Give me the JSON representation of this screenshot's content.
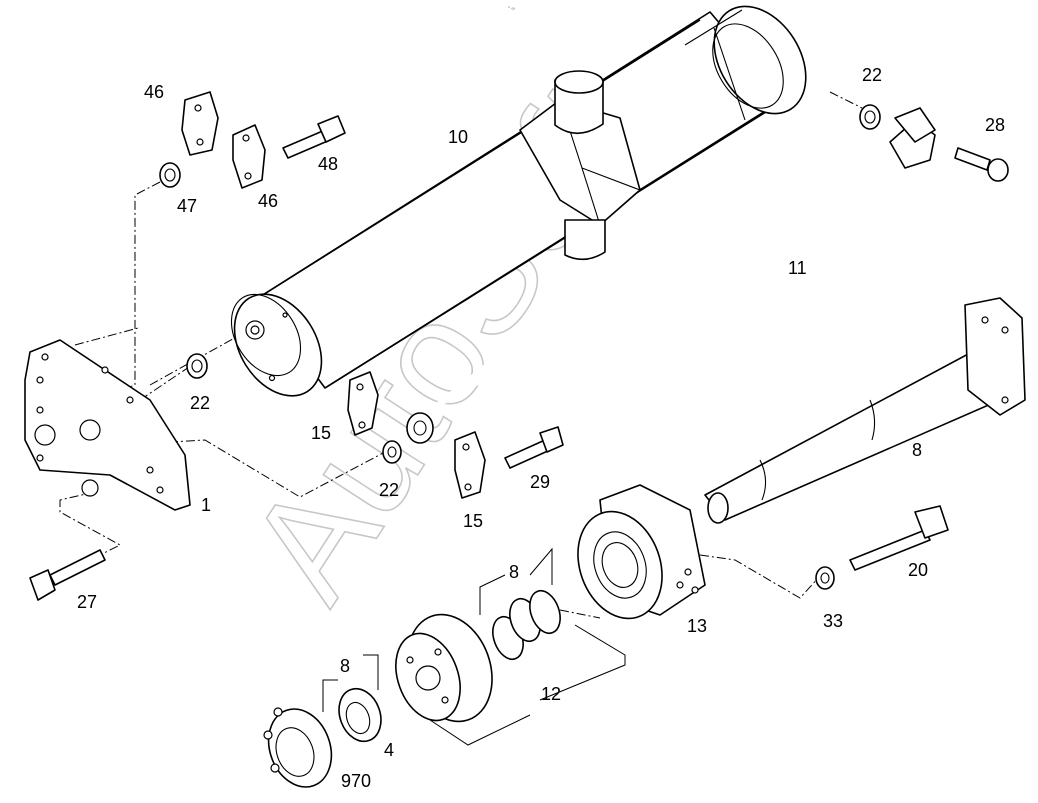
{
  "watermark": "AutoSoft",
  "top_mark": "° ∞",
  "callouts": [
    {
      "id": "46a",
      "text": "46"
    },
    {
      "id": "47",
      "text": "47"
    },
    {
      "id": "46b",
      "text": "46"
    },
    {
      "id": "48",
      "text": "48"
    },
    {
      "id": "10",
      "text": "10"
    },
    {
      "id": "22a",
      "text": "22"
    },
    {
      "id": "28",
      "text": "28"
    },
    {
      "id": "11",
      "text": "11"
    },
    {
      "id": "22b",
      "text": "22"
    },
    {
      "id": "15a",
      "text": "15"
    },
    {
      "id": "22c",
      "text": "22"
    },
    {
      "id": "29",
      "text": "29"
    },
    {
      "id": "15b",
      "text": "15"
    },
    {
      "id": "1",
      "text": "1"
    },
    {
      "id": "8a",
      "text": "8"
    },
    {
      "id": "27",
      "text": "27"
    },
    {
      "id": "8b",
      "text": "8"
    },
    {
      "id": "13",
      "text": "13"
    },
    {
      "id": "33",
      "text": "33"
    },
    {
      "id": "20",
      "text": "20"
    },
    {
      "id": "8c",
      "text": "8"
    },
    {
      "id": "12",
      "text": "12"
    },
    {
      "id": "4",
      "text": "4"
    },
    {
      "id": "970",
      "text": "970"
    }
  ]
}
